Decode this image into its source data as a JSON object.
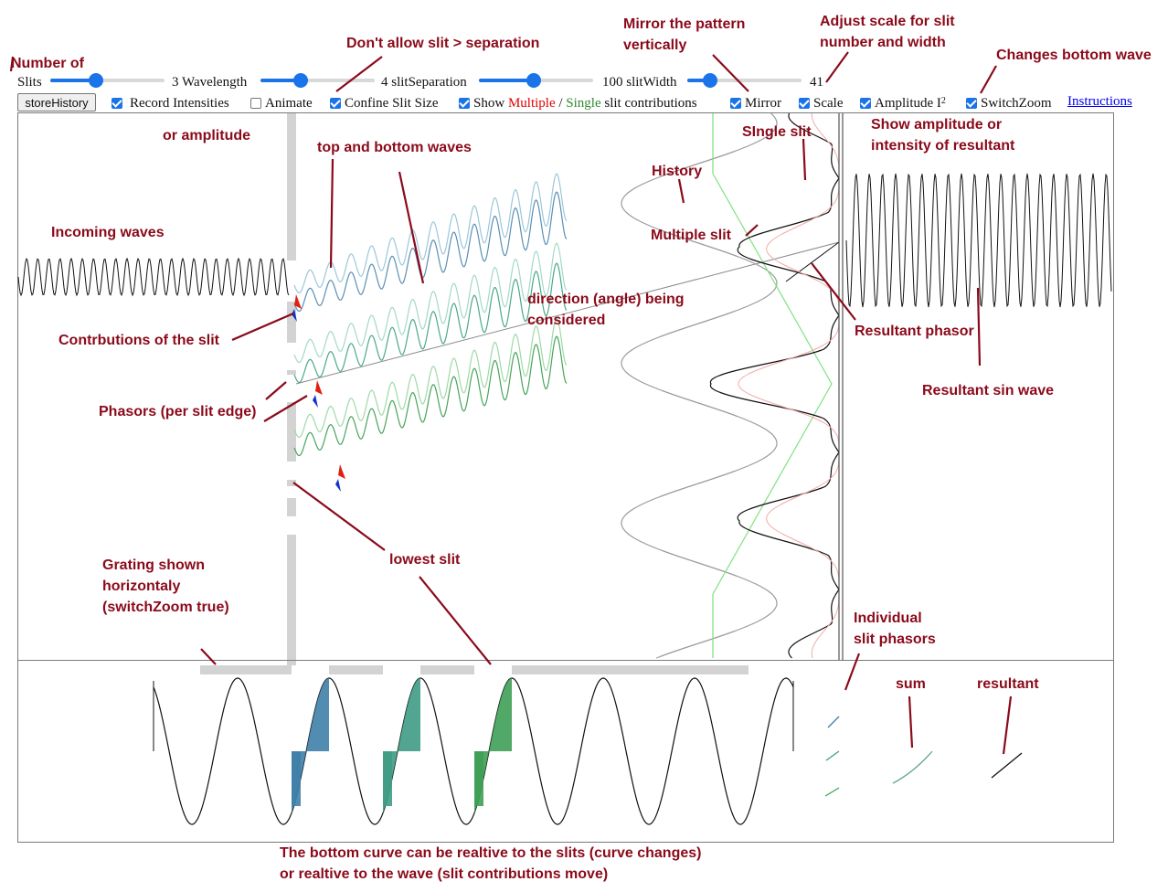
{
  "controls": {
    "slits_label": "Slits",
    "slits_value": "3",
    "wavelength_label": "Wavelength",
    "wavelength_value": "4",
    "separation_label": "slitSeparation",
    "separation_value": "100",
    "width_label": "slitWidth",
    "width_value": "41",
    "slits_level": 0.4,
    "wavelength_level": 0.35,
    "separation_level": 0.48,
    "width_level": 0.2,
    "store_history": "storeHistory",
    "record_intensities": "Record Intensities",
    "animate": "Animate",
    "confine_slit_size": "Confine Slit Size",
    "show_prefix": "Show",
    "show_multiple": "Multiple",
    "show_sep": "/",
    "show_single": "Single",
    "show_suffix": "slit contributions",
    "mirror": "Mirror",
    "scale": "Scale",
    "amplitude": "Amplitude I",
    "amplitude_sup": "2",
    "switchzoom": "SwitchZoom",
    "instructions": "Instructions",
    "checked": {
      "record": true,
      "animate": false,
      "confine": true,
      "show": true,
      "mirror": true,
      "scale": true,
      "amplitude": true,
      "switchzoom": true
    }
  },
  "annotations": {
    "number_of": "Number of",
    "dont_allow": "Don't allow slit > separation",
    "mirror_1": "Mirror the pattern",
    "mirror_2": "vertically",
    "adjust_1": "Adjust scale for slit",
    "adjust_2": "number and width",
    "changes_bottom": "Changes bottom wave",
    "or_amplitude": "or amplitude",
    "show_amp_1": "Show amplitude or",
    "show_amp_2": "intensity of resultant",
    "top_bottom": "top and bottom waves",
    "single_slit": "SIngle slit",
    "history": "History",
    "incoming": "Incoming waves",
    "multiple_slit": "Multiple slit",
    "direction_1": "direction (angle) being",
    "direction_2": "considered",
    "contributions": "Contrbutions of the slit",
    "resultant_phasor": "Resultant phasor",
    "resultant_sin": "Resultant sin wave",
    "phasors": "Phasors (per slit edge)",
    "lowest_slit": "lowest slit",
    "grating_1": "Grating shown",
    "grating_2": "horizontaly",
    "grating_3": "(switchZoom true)",
    "individual_1": "Individual",
    "individual_2": "slit phasors",
    "sum": "sum",
    "resultant": "resultant",
    "bottom_1": "The bottom curve can be realtive to the slits (curve changes)",
    "bottom_2": "or realtive to the wave (slit contributions move)"
  },
  "colors": {
    "annotation": "#8b0a1a",
    "accent": "#1a73e8",
    "multiple": "#e00000",
    "single": "#2f8a2f",
    "grating": "#d3d3d3",
    "history": "#9a9a9a"
  }
}
